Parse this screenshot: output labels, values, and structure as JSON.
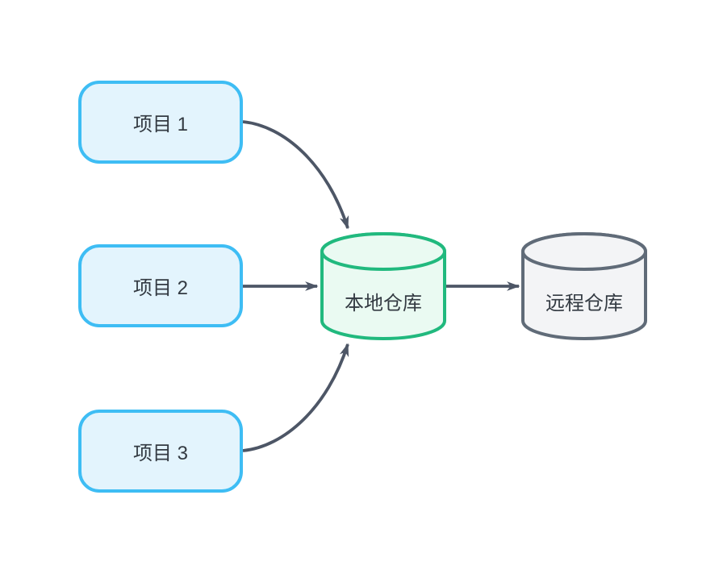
{
  "diagram": {
    "type": "flow",
    "nodes": [
      {
        "id": "project1",
        "label": "项目 1",
        "shape": "rounded-rect"
      },
      {
        "id": "project2",
        "label": "项目 2",
        "shape": "rounded-rect"
      },
      {
        "id": "project3",
        "label": "项目 3",
        "shape": "rounded-rect"
      },
      {
        "id": "local_repo",
        "label": "本地仓库",
        "shape": "cylinder"
      },
      {
        "id": "remote_repo",
        "label": "远程仓库",
        "shape": "cylinder"
      }
    ],
    "edges": [
      {
        "from": "project1",
        "to": "local_repo",
        "style": "curved-arrow"
      },
      {
        "from": "project2",
        "to": "local_repo",
        "style": "straight-arrow"
      },
      {
        "from": "project3",
        "to": "local_repo",
        "style": "curved-arrow"
      },
      {
        "from": "local_repo",
        "to": "remote_repo",
        "style": "straight-arrow"
      }
    ],
    "colors": {
      "project_border": "#3ebdf4",
      "project_fill": "#e3f4fd",
      "local_repo_border": "#21b97e",
      "local_repo_fill": "#eafaf2",
      "remote_repo_border": "#606b78",
      "remote_repo_fill": "#f3f4f6",
      "edge": "#4d5666",
      "label_text": "#333a42",
      "background": "#ffffff"
    }
  }
}
